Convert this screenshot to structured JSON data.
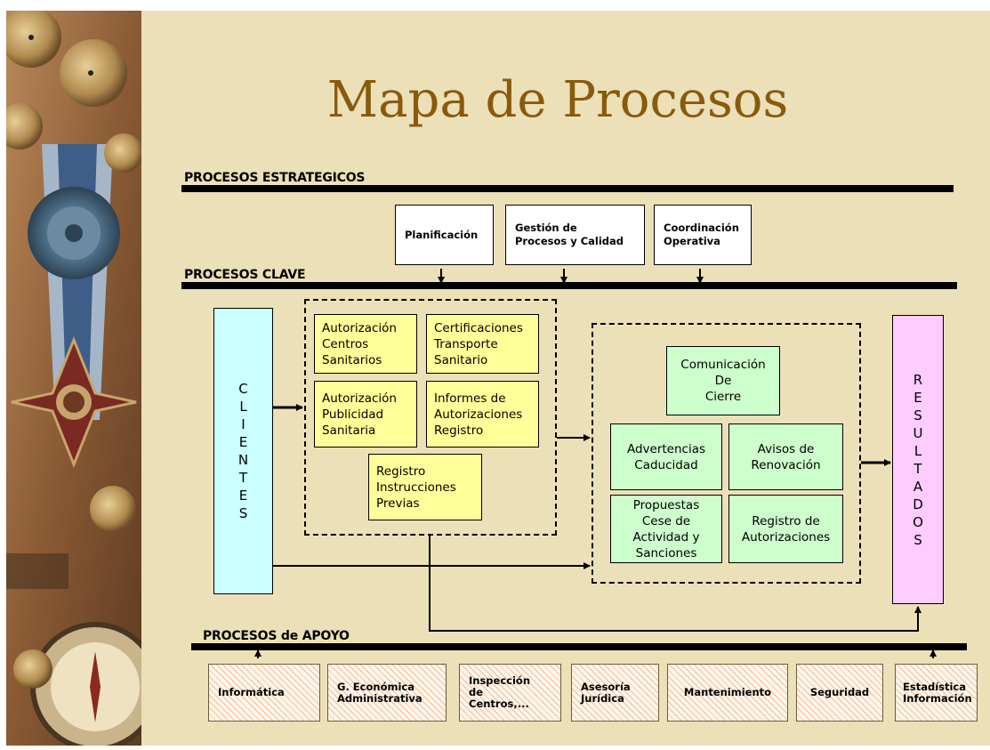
{
  "title": "Mapa de Procesos",
  "sections": {
    "estrategicos": "PROCESOS ESTRATEGICOS",
    "clave": "PROCESOS CLAVE",
    "apoyo": "PROCESOS de APOYO"
  },
  "estrategicos_boxes": [
    "Planificación",
    "Gestión de\nProcesos y Calidad",
    "Coordinación\nOperativa"
  ],
  "clientes_letters": [
    "C",
    "L",
    "I",
    "E",
    "N",
    "T",
    "E",
    "S"
  ],
  "resultados_letters": [
    "R",
    "E",
    "S",
    "U",
    "L",
    "T",
    "A",
    "D",
    "O",
    "S"
  ],
  "clave_left_boxes": [
    "Autorización\nCentros\nSanitarios",
    "Certificaciones\nTransporte\nSanitario",
    "Autorización\nPublicidad\nSanitaria",
    "Informes de\nAutorizaciones\nRegistro",
    "Registro\nInstrucciones\nPrevias"
  ],
  "clave_right_boxes": [
    "Comunicación\nDe\nCierre",
    "Advertencias\nCaducidad",
    "Avisos de\nRenovación",
    "Propuestas\nCese de\nActividad y\nSanciones",
    "Registro de\nAutorizaciones"
  ],
  "apoyo_boxes": [
    "Informática",
    "G. Económica\nAdministrativa",
    "Inspección\nde\nCentros,...",
    "Asesoría\nJurídica",
    "Mantenimiento",
    "Seguridad",
    "Estadística\nInformación"
  ],
  "colors": {
    "background": "#ece0b8",
    "title": "#8a5a0c",
    "clientes": "#ccffff",
    "resultados": "#ffccff",
    "yellow_box": "#ffff99",
    "green_box": "#ccffcc",
    "apoyo_hatch": "#e68c50"
  }
}
